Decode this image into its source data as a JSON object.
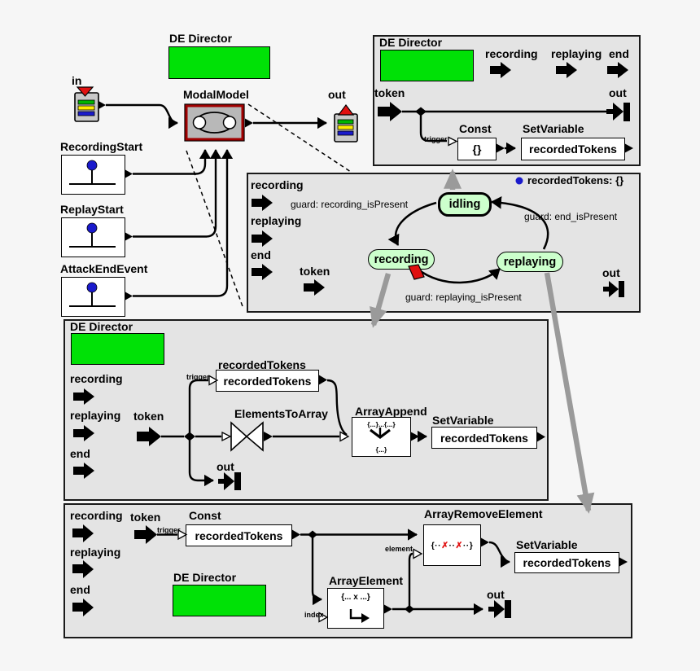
{
  "colors": {
    "director_green": "#00e106",
    "state_fill": "#ccffcc",
    "panel_gray": "#e4e4e4",
    "alert_red": "#e01010",
    "param_blue": "#1a1acc",
    "refinement_arrow_gray": "#9a9a9a"
  },
  "top": {
    "director": "DE Director",
    "modal": "ModalModel",
    "in": "in",
    "out": "out",
    "sources": [
      {
        "label": "RecordingStart"
      },
      {
        "label": "ReplayStart"
      },
      {
        "label": "AttackEndEvent"
      }
    ]
  },
  "idling": {
    "director": "DE Director",
    "inputs": [
      "recording",
      "replaying",
      "end"
    ],
    "token": "token",
    "out": "out",
    "trigger": "trigger",
    "const_title": "Const",
    "const_value": "{}",
    "setvar_title": "SetVariable",
    "setvar_value": "recordedTokens"
  },
  "fsm": {
    "inputs": [
      "recording",
      "replaying",
      "end"
    ],
    "token": "token",
    "out": "out",
    "param": "recordedTokens: {}",
    "states": {
      "idling": "idling",
      "recording": "recording",
      "replaying": "replaying"
    },
    "guards": {
      "recording": "guard: recording_isPresent",
      "end": "guard: end_isPresent",
      "replaying": "guard: replaying_isPresent"
    }
  },
  "recording": {
    "director": "DE Director",
    "inputs": [
      "recording",
      "replaying",
      "end"
    ],
    "token": "token",
    "out": "out",
    "trigger": "trigger",
    "rt_title": "recordedTokens",
    "rt_value": "recordedTokens",
    "eta_title": "ElementsToArray",
    "aa_title": "ArrayAppend",
    "aa_icon_top": "{...}...{...}",
    "aa_icon_bottom": "{...}",
    "setvar_title": "SetVariable",
    "setvar_value": "recordedTokens"
  },
  "replaying": {
    "director": "DE Director",
    "inputs": [
      "recording",
      "replaying",
      "end"
    ],
    "token": "token",
    "out": "out",
    "trigger": "trigger",
    "index": "index",
    "element": "element",
    "const_title": "Const",
    "const_value": "recordedTokens",
    "ae_title": "ArrayElement",
    "ae_icon": "{... x ...}",
    "are_title": "ArrayRemoveElement",
    "are_icon": [
      "{··",
      "✗",
      "··",
      "✗",
      "··}"
    ],
    "setvar_title": "SetVariable",
    "setvar_value": "recordedTokens"
  }
}
